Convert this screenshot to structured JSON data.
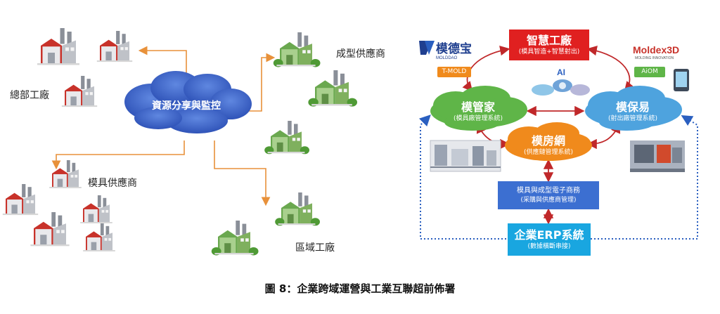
{
  "left": {
    "hub": "資源分享與監控",
    "hq_label": "總部工廠",
    "molding_label": "成型供應商",
    "mold_supplier_label": "模具供應商",
    "regional_label": "區域工廠"
  },
  "right": {
    "smart_factory": {
      "title": "智慧工廠",
      "subtitle": "(模具智造+智慧射出)"
    },
    "mold_manager": {
      "title": "模管家",
      "subtitle": "(模具廠管理系統)"
    },
    "mold_keeper": {
      "title": "模保易",
      "subtitle": "(射出廠管理系統)"
    },
    "mold_room": {
      "title": "模房網",
      "subtitle": "(供應鏈管理系統)"
    },
    "ecommerce": {
      "title": "模具與成型電子商務",
      "subtitle": "(采購與供應商管理)"
    },
    "erp": {
      "title": "企業ERP系統",
      "subtitle": "(數據橫斷串接)"
    },
    "logo_left_text": "模德宝",
    "logo_left_sub": "MOLDDAO",
    "logo_right_text": "Moldex3D",
    "logo_right_sub": "MOLDING INNOVATION",
    "chip_tmold": "T-MOLD",
    "chip_aiom": "AiOM",
    "ai_text": "AI"
  },
  "caption": "圖 8：企業跨域運營與工業互聯超前佈署",
  "colors": {
    "cloud_blue": "#3a63c8",
    "arrow_orange": "#e8913a",
    "factory_red": "#c8322a",
    "factory_green": "#6aa84f",
    "green_node": "#5fb548",
    "blue_node": "#4ea3de",
    "orange_node": "#f08a1c",
    "red_node": "#e02020",
    "ecommerce_blue": "#3c6fd1",
    "erp_cyan": "#19a6e0",
    "dashed_blue": "#2a5fc0",
    "link_red": "#c0282a"
  }
}
